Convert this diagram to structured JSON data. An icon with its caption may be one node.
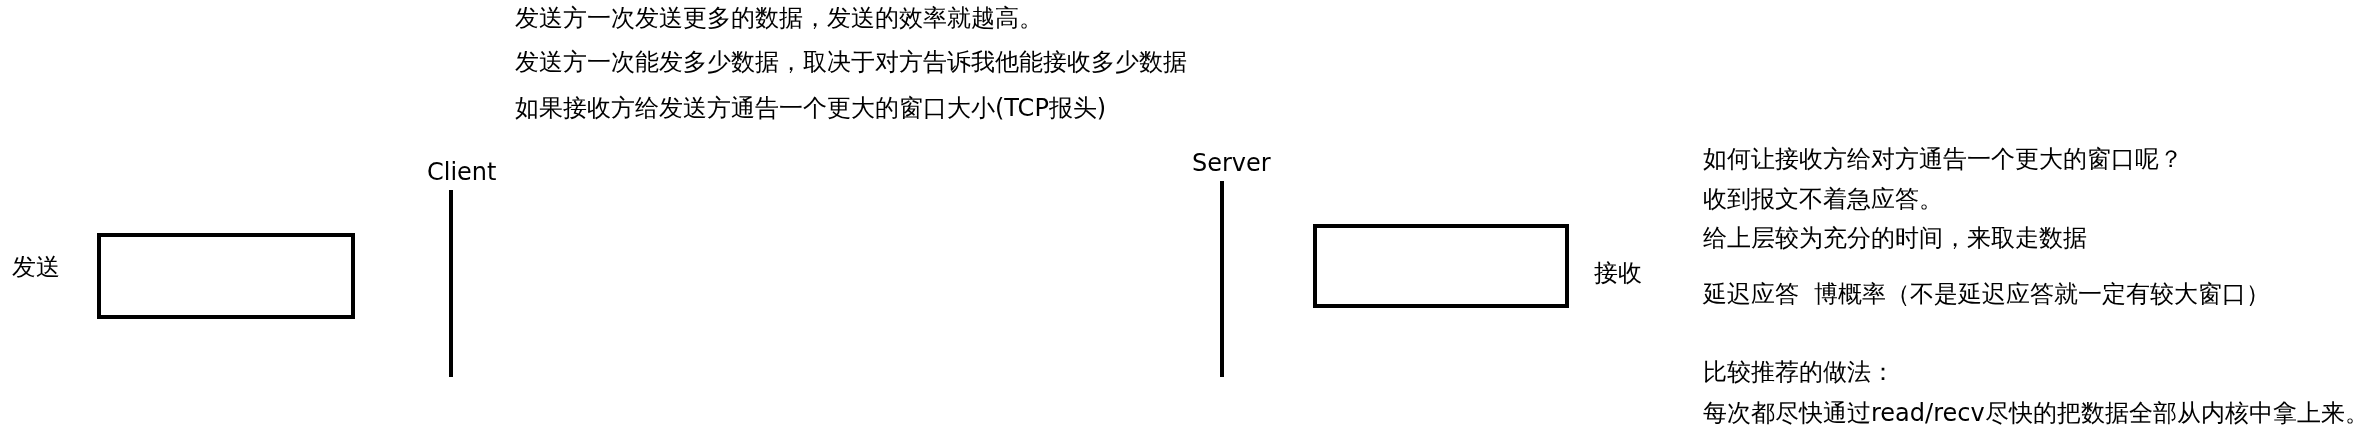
{
  "diagram": {
    "nodes": [
      {
        "text": [],
        "shape": "box",
        "beside": [
          "发送"
        ]
      },
      {
        "text": [],
        "shape": "box",
        "beside": [
          "接收"
        ]
      }
    ],
    "labels": [
      "发送方一次发送更多的数据，发送的效率就越高。",
      "发送方一次能发多少数据，取决于对方告诉我他能接收多少数据",
      "如果接收方给发送方通告一个更大的窗口大小(TCP报头)",
      "Client",
      "Server",
      "如何让接收方给对方通告一个更大的窗口呢？",
      "收到报文不着急应答。",
      "给上层较为充分的时间，来取走数据",
      "延迟应答  博概率（不是延迟应答就一定有较大窗口）",
      "比较推荐的做法：",
      "每次都尽快通过read/recv尽快的把数据全部从内核中拿上来。"
    ]
  }
}
